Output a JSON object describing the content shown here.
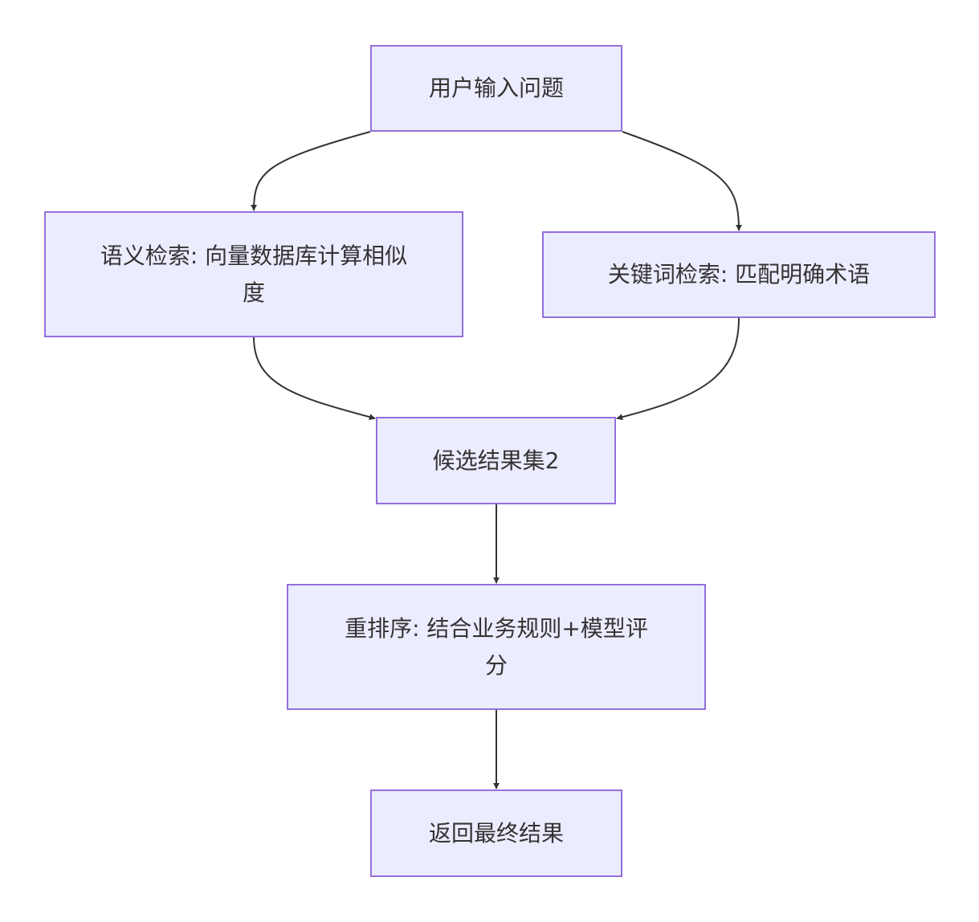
{
  "nodes": {
    "user_question": "用户输入问题",
    "semantic_search": "语义检索: 向量数据库计算相似度",
    "keyword_search": "关键词检索: 匹配明确术语",
    "candidates": "候选结果集2",
    "rerank": "重排序: 结合业务规则+模型评分",
    "final_results": "返回最终结果"
  },
  "colors": {
    "node_fill": "#ECECFF",
    "node_border": "#9370DB",
    "edge": "#333333",
    "text": "#333333"
  }
}
